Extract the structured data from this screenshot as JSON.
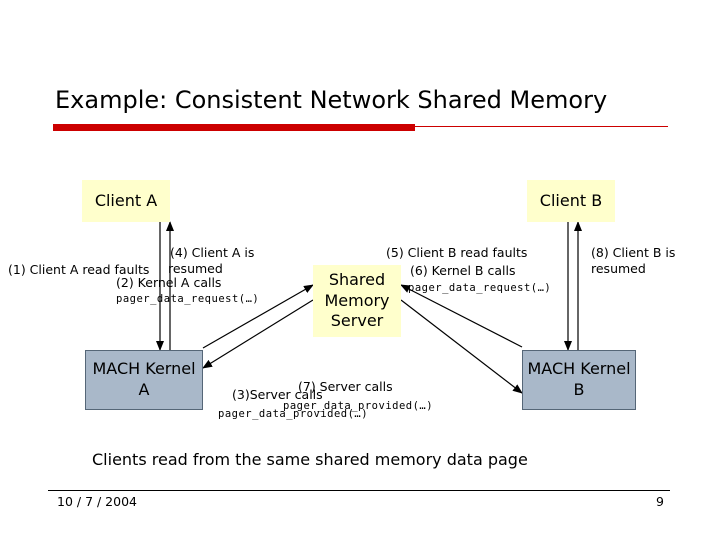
{
  "title": "Example: Consistent Network Shared Memory",
  "colors": {
    "accent": "#cc0000",
    "client_box": "#ffffcc",
    "kernel_box": "#a9b8c9"
  },
  "nodes": {
    "client_a": "Client A",
    "client_b": "Client B",
    "shared_memory_server": [
      "Shared",
      "Memory",
      "Server"
    ],
    "mach_kernel_a": [
      "MACH Kernel",
      "A"
    ],
    "mach_kernel_b": [
      "MACH Kernel",
      "B"
    ]
  },
  "labels": {
    "step1": "(1) Client A read faults",
    "step2": "(2) Kernel A calls",
    "step2_call": "pager_data_request(…)",
    "step3": "(3)Server calls",
    "step3_call": "pager_data_provided(…)",
    "step4": [
      "(4) Client A is",
      "resumed"
    ],
    "step5": "(5) Client B read faults",
    "step6": "(6) Kernel B calls",
    "step6_call": "pager_data_request(…)",
    "step7": "(7) Server calls",
    "step7_call": "pager_data_provided(…)",
    "step8": [
      "(8) Client B is",
      "resumed"
    ]
  },
  "caption": "Clients read from the same shared memory data page",
  "footer": {
    "date": "10 / 7 / 2004",
    "page_number": "9"
  }
}
